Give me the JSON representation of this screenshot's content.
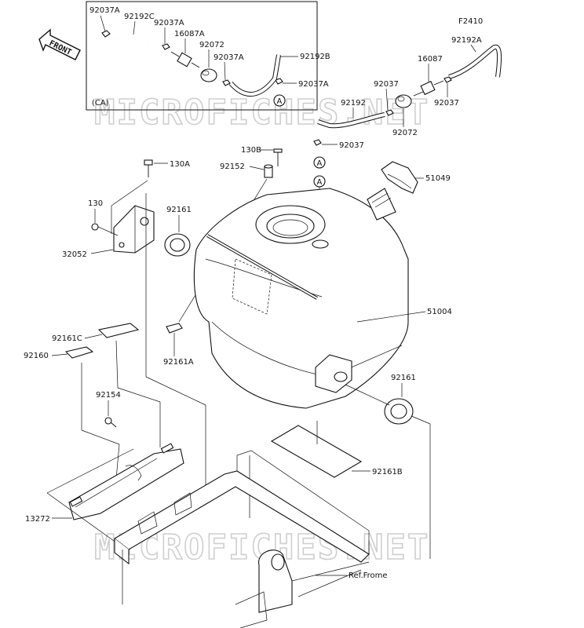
{
  "figure_code": "F2410",
  "front_label": "FRONT",
  "inset_label": "(CA)",
  "watermark": "MICROFICHES.NET",
  "ref_label": "Ref.Frome",
  "marker": "A",
  "parts": {
    "p92037A_1": "92037A",
    "p92192C": "92192C",
    "p92037A_2": "92037A",
    "p16087A": "16087A",
    "p92072_inset": "92072",
    "p92037A_3": "92037A",
    "p92192B": "92192B",
    "p92037A_4": "92037A",
    "p92192A": "92192A",
    "p16087": "16087",
    "p92037_1": "92037",
    "p92192": "92192",
    "p92037_2": "92037",
    "p92072": "92072",
    "p92037_3": "92037",
    "p130B": "130B",
    "p92152": "92152",
    "p130A": "130A",
    "p51049": "51049",
    "p130": "130",
    "p92161_1": "92161",
    "p32052": "32052",
    "p51004": "51004",
    "p92161C": "92161C",
    "p92160": "92160",
    "p92161A": "92161A",
    "p92161_2": "92161",
    "p92154": "92154",
    "p92161B": "92161B",
    "p13272": "13272"
  }
}
